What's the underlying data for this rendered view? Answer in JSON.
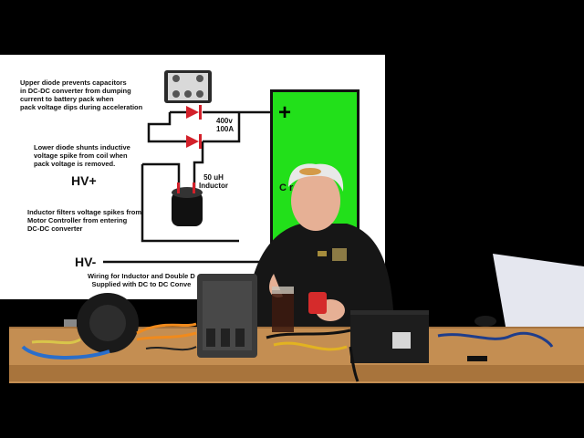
{
  "diagram": {
    "note_upper": [
      "Upper diode prevents capacitors",
      "in DC-DC converter from dumping",
      "current to battery pack when",
      "pack voltage dips during acceleration"
    ],
    "note_lower": [
      "Lower diode shunts inductive",
      "voltage spike from coil when",
      "pack voltage is removed."
    ],
    "note_inductor": [
      "Inductor filters voltage spikes from",
      "Motor Controller from entering",
      "DC-DC converter"
    ],
    "diode_rating": [
      "400v",
      "100A"
    ],
    "inductor_label": [
      "50 uH",
      "Inductor"
    ],
    "hv_plus": "HV+",
    "hv_minus": "HV-",
    "plus_sign": "+",
    "controller_text": "C          r",
    "caption": [
      "Wiring for Inductor and Double D",
      "Supplied with DC to DC Conve"
    ]
  },
  "colors": {
    "background": "#000000",
    "whiteboard": "#ffffff",
    "controller_box": "#22e01a",
    "diode": "#d3202a",
    "table": "#c48e52"
  }
}
